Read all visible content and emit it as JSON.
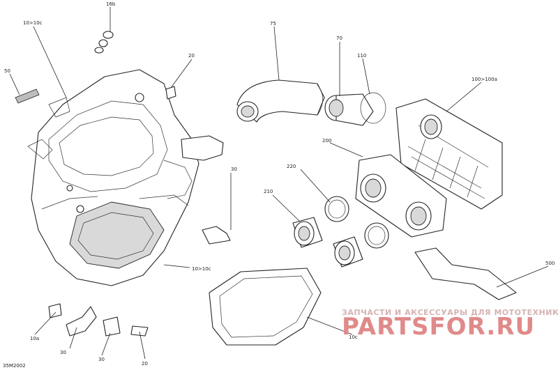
{
  "diagram": {
    "figure_id": "35M2002",
    "callouts": {
      "c16b": "16b",
      "c10a_10c": "10>10c",
      "c50": "50",
      "c20_top": "20",
      "c75": "75",
      "c70": "70",
      "c110": "110",
      "c100": "100>100a",
      "c200": "200",
      "c220": "220",
      "c210": "210",
      "c30_mid": "30",
      "c10_10c_mid": "10>10c",
      "c500": "500",
      "c10a": "10a",
      "c30_bl": "30",
      "c30_bm": "30",
      "c20_bot": "20",
      "c10c": "10c"
    }
  },
  "watermark": {
    "subtitle": "ЗАПЧАСТИ И АКСЕССУАРЫ ДЛЯ МОТОТЕХНИКИ",
    "brand": "PARTSFOR.RU",
    "brand_color": "#e08a8a"
  }
}
